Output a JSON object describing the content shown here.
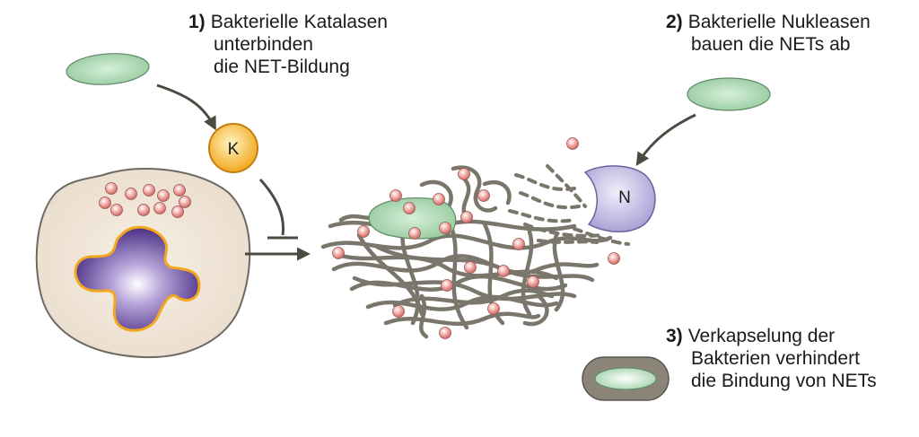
{
  "annotations": [
    {
      "number": "1)",
      "lines": [
        "Bakterielle Katalasen",
        "unterbinden",
        "die NET-Bildung"
      ]
    },
    {
      "number": "2)",
      "lines": [
        "Bakterielle Nukleasen",
        "bauen die NETs ab"
      ]
    },
    {
      "number": "3)",
      "lines": [
        "Verkapselung der",
        "Bakterien verhindert",
        "die Bindung von NETs"
      ]
    }
  ],
  "symbols": {
    "catalase": "K",
    "nuclease": "N"
  },
  "colors": {
    "bacterium": "#a8d5b0",
    "catalase": "#f2a81e",
    "nuclease": "#b9b0de",
    "net_fiber": "#7b766c",
    "granule": "#e79a96",
    "cell_cytoplasm": "#efe4d6",
    "nucleus": "#5c3f91",
    "nucleus_outline": "#f2a81e"
  }
}
